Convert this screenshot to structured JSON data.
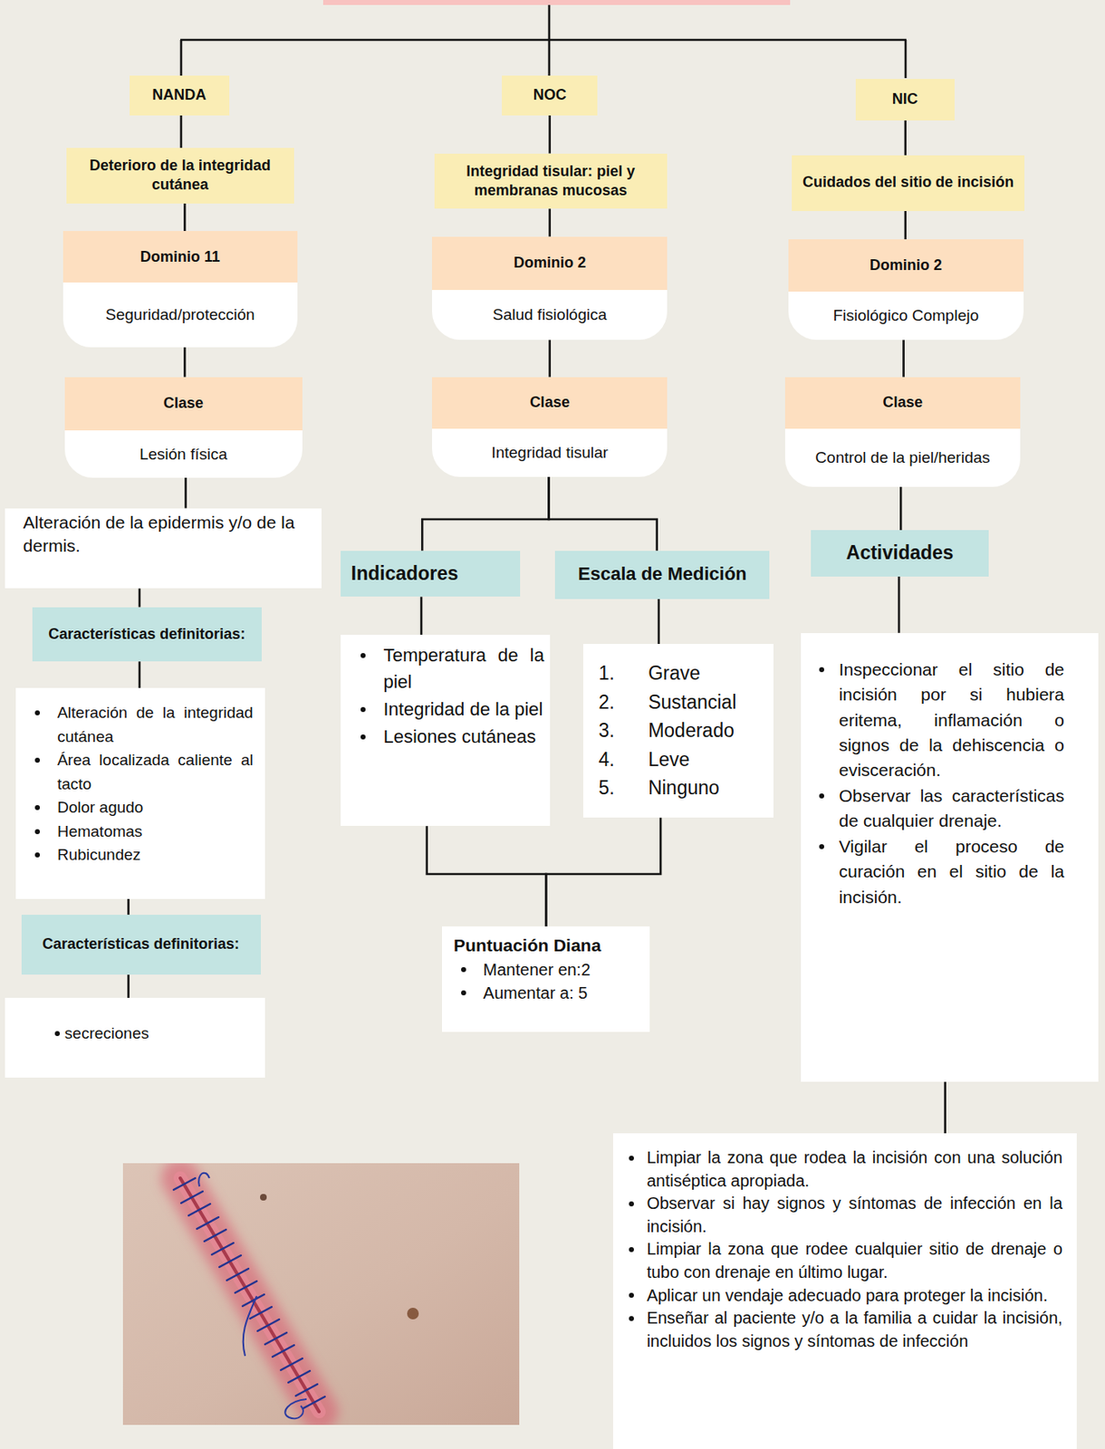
{
  "diagram": {
    "nodes": [
      {
        "text": [
          "NANDA"
        ]
      },
      {
        "text": [
          "Deterioro de la integridad cutánea"
        ]
      },
      {
        "text": [
          "Dominio 11",
          "Seguridad/protección"
        ]
      },
      {
        "text": [
          "Clase",
          "Lesión física"
        ]
      },
      {
        "text": [
          "Alteración de la epidermis y/o de la dermis."
        ]
      },
      {
        "text": [
          "Características definitorias:"
        ]
      },
      {
        "text": [
          "Alteración de la integridad cutánea",
          "Área localizada caliente al tacto",
          "Dolor agudo",
          "Hematomas",
          "Rubicundez"
        ]
      },
      {
        "text": [
          "Características definitorias:"
        ]
      },
      {
        "text": [
          "secreciones"
        ]
      },
      {
        "text": [
          "NOC"
        ]
      },
      {
        "text": [
          "Integridad tisular: piel y membranas mucosas"
        ]
      },
      {
        "text": [
          "Dominio 2",
          "Salud fisiológica"
        ]
      },
      {
        "text": [
          "Clase",
          "Integridad tisular"
        ]
      },
      {
        "text": [
          "Indicadores"
        ]
      },
      {
        "text": [
          "Escala de Medición"
        ]
      },
      {
        "text": [
          "Temperatura de la piel",
          "Integridad de la piel",
          "Lesiones cutáneas"
        ]
      },
      {
        "text": [
          "1. Grave",
          "2. Sustancial",
          "3. Moderado",
          "4. Leve",
          "5. Ninguno"
        ]
      },
      {
        "text": [
          "Puntuación Diana",
          "Mantener en:2",
          "Aumentar a: 5"
        ]
      },
      {
        "text": [
          "NIC"
        ]
      },
      {
        "text": [
          "Cuidados del sitio de incisión"
        ]
      },
      {
        "text": [
          "Dominio 2",
          "Fisiológico Complejo"
        ]
      },
      {
        "text": [
          "Clase",
          "Control de la piel/heridas"
        ]
      },
      {
        "text": [
          "Actividades"
        ]
      },
      {
        "text": [
          "Inspeccionar el sitio de incisión por si hubiera eritema, inflamación o signos de la dehiscencia o evisceración.",
          "Observar las características de cualquier drenaje.",
          "Vigilar el proceso de curación en el sitio de la incisión."
        ]
      },
      {
        "text": [
          "Limpiar la zona que rodea la incisión con una solución antiséptica apropiada.",
          "Observar si hay signos y síntomas de infección en la incisión.",
          "Limpiar la zona que rodee cualquier sitio de drenaje o tubo con drenaje en último lugar.",
          "Aplicar un vendaje adecuado para proteger la incisión.",
          "Enseñar al paciente y/o a la familia a cuidar la incisión, incluidos los signos y síntomas de infección"
        ]
      }
    ],
    "edges": [
      {
        "from": 0,
        "to": 1,
        "arrow": "none"
      },
      {
        "from": 1,
        "to": 2,
        "arrow": "none"
      },
      {
        "from": 2,
        "to": 3,
        "arrow": "none"
      },
      {
        "from": 3,
        "to": 4,
        "arrow": "none"
      },
      {
        "from": 4,
        "to": 5,
        "arrow": "none"
      },
      {
        "from": 5,
        "to": 6,
        "arrow": "none"
      },
      {
        "from": 6,
        "to": 7,
        "arrow": "none"
      },
      {
        "from": 7,
        "to": 8,
        "arrow": "none"
      },
      {
        "from": 9,
        "to": 10,
        "arrow": "none"
      },
      {
        "from": 10,
        "to": 11,
        "arrow": "none"
      },
      {
        "from": 11,
        "to": 12,
        "arrow": "none"
      },
      {
        "from": 12,
        "to": 13,
        "arrow": "none"
      },
      {
        "from": 12,
        "to": 14,
        "arrow": "none"
      },
      {
        "from": 13,
        "to": 15,
        "arrow": "none"
      },
      {
        "from": 14,
        "to": 16,
        "arrow": "none"
      },
      {
        "from": 15,
        "to": 17,
        "arrow": "none"
      },
      {
        "from": 16,
        "to": 17,
        "arrow": "none"
      },
      {
        "from": 18,
        "to": 19,
        "arrow": "none"
      },
      {
        "from": 19,
        "to": 20,
        "arrow": "none"
      },
      {
        "from": 20,
        "to": 21,
        "arrow": "none"
      },
      {
        "from": 21,
        "to": 22,
        "arrow": "none"
      },
      {
        "from": 22,
        "to": 23,
        "arrow": "none"
      },
      {
        "from": 23,
        "to": 24,
        "arrow": "none"
      }
    ]
  }
}
